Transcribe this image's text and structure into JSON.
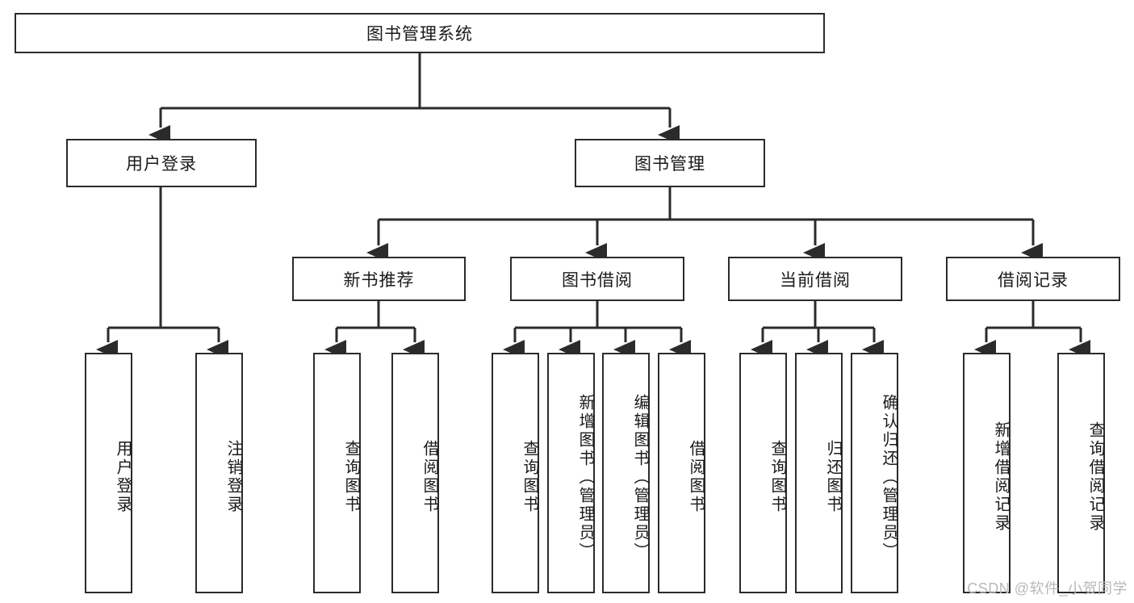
{
  "diagram": {
    "title_node": {
      "label": "图书管理系统"
    },
    "level2": [
      {
        "label": "用户登录"
      },
      {
        "label": "图书管理"
      }
    ],
    "level3": [
      {
        "label": "新书推荐"
      },
      {
        "label": "图书借阅"
      },
      {
        "label": "当前借阅"
      },
      {
        "label": "借阅记录"
      }
    ],
    "leaves": {
      "user_login": [
        {
          "label": "用户登录"
        },
        {
          "label": "注销登录"
        }
      ],
      "new_book": [
        {
          "label": "查询图书"
        },
        {
          "label": "借阅图书"
        }
      ],
      "book_borrow": [
        {
          "label": "查询图书"
        },
        {
          "label": "新增图书（管理员）"
        },
        {
          "label": "编辑图书（管理员）"
        },
        {
          "label": "借阅图书"
        }
      ],
      "current_borrow": [
        {
          "label": "查询图书"
        },
        {
          "label": "归还图书"
        },
        {
          "label": "确认归还（管理员）"
        }
      ],
      "borrow_record": [
        {
          "label": "新增借阅记录"
        },
        {
          "label": "查询借阅记录"
        }
      ]
    }
  },
  "watermark": {
    "text": "CSDN @软件_小贺同学"
  },
  "colors": {
    "stroke": "#2b2b2b",
    "text": "#1a1a1a",
    "background": "#ffffff",
    "watermark": "#b9b9b9"
  }
}
